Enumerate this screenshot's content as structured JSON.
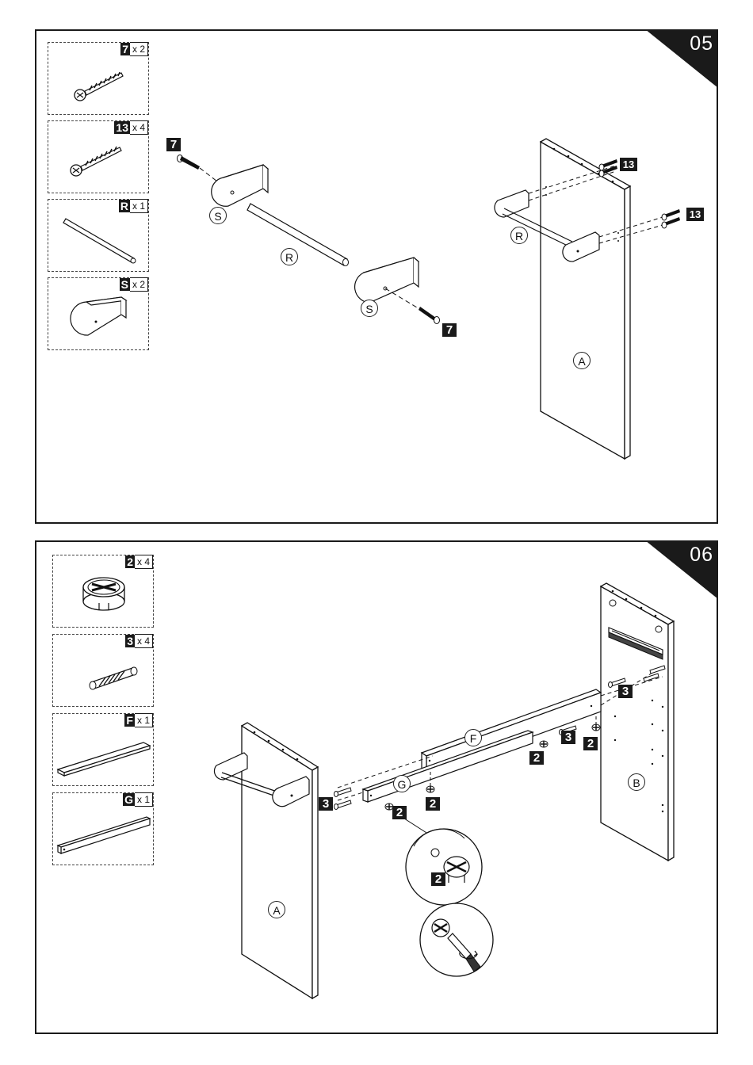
{
  "step05": {
    "number": "05",
    "parts": [
      {
        "id": "7",
        "qty": "x 2",
        "icon": "wood-screw-icon"
      },
      {
        "id": "13",
        "qty": "x 4",
        "icon": "long-screw-icon"
      },
      {
        "id": "R",
        "qty": "x 1",
        "icon": "rod-icon"
      },
      {
        "id": "S",
        "qty": "x 2",
        "icon": "bracket-icon"
      }
    ],
    "callouts": {
      "screw_left": "7",
      "screw_right": "7",
      "screw_top": "13",
      "screw_mid": "13"
    },
    "labels": {
      "s_left": "S",
      "s_right": "S",
      "r_center": "R",
      "r_panel": "R",
      "a_panel": "A"
    }
  },
  "step06": {
    "number": "06",
    "parts": [
      {
        "id": "2",
        "qty": "x 4",
        "icon": "cam-lock-icon"
      },
      {
        "id": "3",
        "qty": "x 4",
        "icon": "cam-bolt-icon"
      },
      {
        "id": "F",
        "qty": "x 1",
        "icon": "board-f-icon"
      },
      {
        "id": "G",
        "qty": "x 1",
        "icon": "rail-g-icon"
      }
    ],
    "callouts": {
      "three_left": "3",
      "three_mid": "3",
      "three_right": "3",
      "two_g": "2",
      "two_under": "2",
      "two_mid": "2",
      "two_right": "2",
      "two_detail": "2"
    },
    "labels": {
      "f_board": "F",
      "g_rail": "G",
      "a_panel": "A",
      "b_panel": "B"
    }
  }
}
